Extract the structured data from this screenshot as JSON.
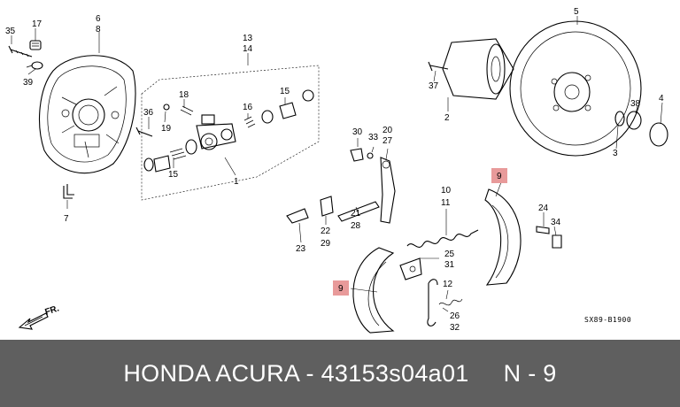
{
  "caption": {
    "text": "HONDA ACURA - 43153s04a01     N - 9"
  },
  "diagram": {
    "code": "SX89-B1900",
    "direction": "FR.",
    "highlight_color": "#e89a9a",
    "labels": {
      "l35": "35",
      "l17": "17",
      "l6": "6",
      "l8": "8",
      "l39": "39",
      "l7": "7",
      "l13": "13",
      "l14": "14",
      "l36": "36",
      "l18": "18",
      "l19": "19",
      "l16": "16",
      "l15a": "15",
      "l15b": "15",
      "l1": "1",
      "l30": "30",
      "l33": "33",
      "l20": "20",
      "l27": "27",
      "l21": "21",
      "l28": "28",
      "l22": "22",
      "l29": "29",
      "l23": "23",
      "l10": "10",
      "l11": "11",
      "l25": "25",
      "l31": "31",
      "l12": "12",
      "l26": "26",
      "l32": "32",
      "l9a": "9",
      "l9b": "9",
      "l24": "24",
      "l34": "34",
      "l5": "5",
      "l37": "37",
      "l2": "2",
      "l38": "38",
      "l4": "4",
      "l3": "3"
    }
  }
}
